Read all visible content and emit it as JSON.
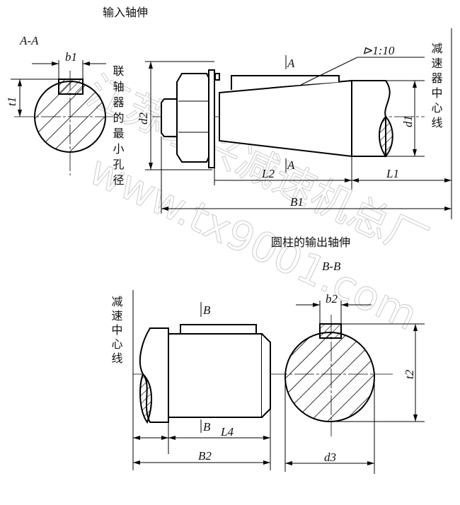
{
  "titles": {
    "input": "输入轴伸",
    "output": "圆柱的输出轴伸"
  },
  "sections": {
    "aa": "A-A",
    "bb": "B-B",
    "a_mark": "A",
    "b_mark": "B"
  },
  "notes": {
    "coupling": "联轴器的最小孔径",
    "center_top": "减速器中心线",
    "center_bottom": "减速中心线",
    "taper": "⊳1:10"
  },
  "dims": {
    "b1": "b1",
    "t1": "t1",
    "d2": "d2",
    "d1": "d1",
    "L2": "L2",
    "L1": "L1",
    "B1": "B1",
    "L4": "L4",
    "B2": "B2",
    "b2": "b2",
    "t2": "t2",
    "d3": "d3"
  },
  "watermark": {
    "line1": "江苏泰兴减速机总厂",
    "line2": "www.tx9001.com"
  }
}
